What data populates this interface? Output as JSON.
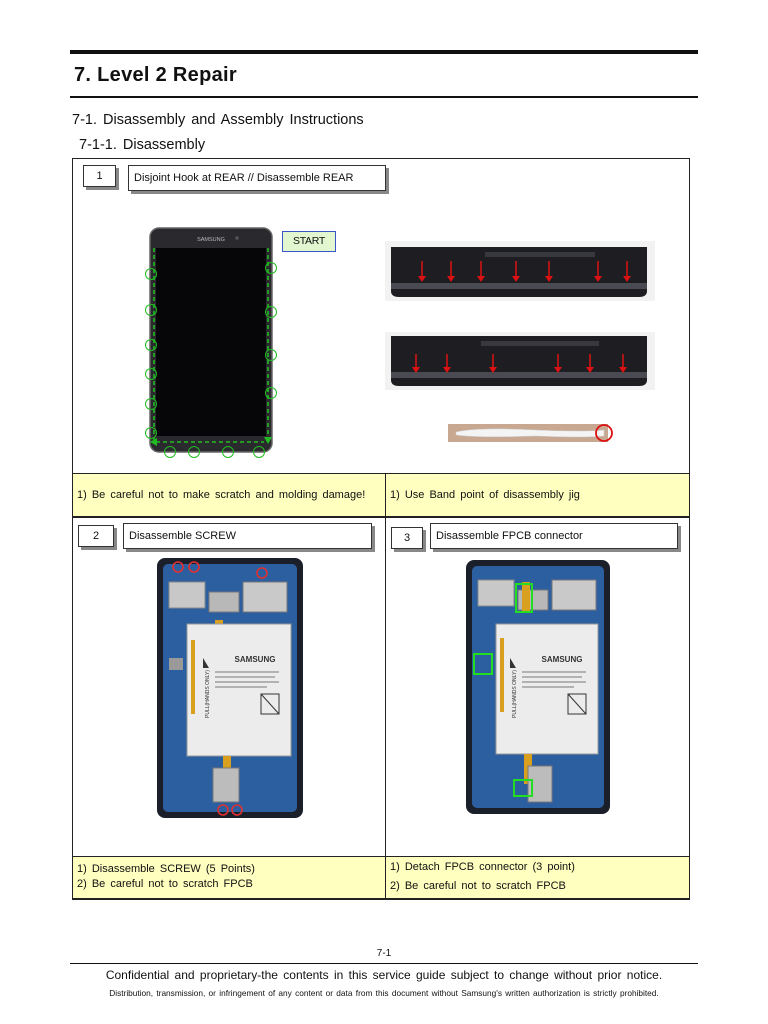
{
  "header": {
    "section_title": "7. Level 2 Repair",
    "subsection": "7-1. Disassembly and Assembly Instructions",
    "subsubsection": "7-1-1. Disassembly"
  },
  "steps": [
    {
      "number": "1",
      "label": "Disjoint Hook at REAR // Disassemble REAR",
      "start_label": "START",
      "brand_text": "SAMSUNG",
      "notes_left": [
        "1) Be careful not to make scratch and molding damage!"
      ],
      "notes_right": [
        "1) Use Band point of disassembly jig"
      ]
    },
    {
      "number": "2",
      "label": "Disassemble SCREW",
      "battery_brand": "SAMSUNG",
      "battery_side_text": "PULL(HANDS ONLY)",
      "notes": [
        "1) Disassemble SCREW (5 Points)",
        "2) Be careful not to scratch FPCB"
      ]
    },
    {
      "number": "3",
      "label": "Disassemble FPCB connector",
      "battery_brand": "SAMSUNG",
      "battery_side_text": "PULL(HANDS ONLY)",
      "notes": [
        "1) Detach FPCB connector (3 point)",
        "2) Be careful not to scratch FPCB"
      ]
    }
  ],
  "footer": {
    "page_number": "7-1",
    "confidential": "Confidential and proprietary-the contents in this service guide subject to change without prior notice.",
    "distribution": "Distribution, transmission, or infringement of any content or data from this document without Samsung's written authorization is strictly prohibited."
  },
  "colors": {
    "note_background": "#ffffc0",
    "guide_green": "#22bb22",
    "marker_red": "#dd1111",
    "start_fill": "#e2f6cf",
    "start_border": "#3a55c8"
  }
}
